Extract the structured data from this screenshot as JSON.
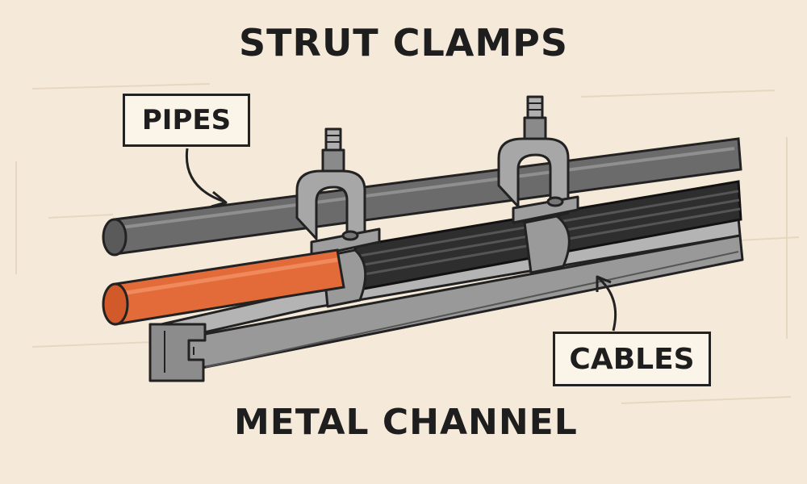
{
  "title": "STRUT CLAMPS",
  "labels": {
    "pipes": "PIPES",
    "cables": "CABLES",
    "metal_channel": "METAL CHANNEL"
  },
  "colors": {
    "background": "#f5ead9",
    "grey_pipe": "#6b6b6b",
    "orange_pipe": "#e36b3a",
    "cable": "#2e2e2e",
    "clamp": "#a7a7a7",
    "channel": "#9a9a9a",
    "outline": "#222222"
  }
}
